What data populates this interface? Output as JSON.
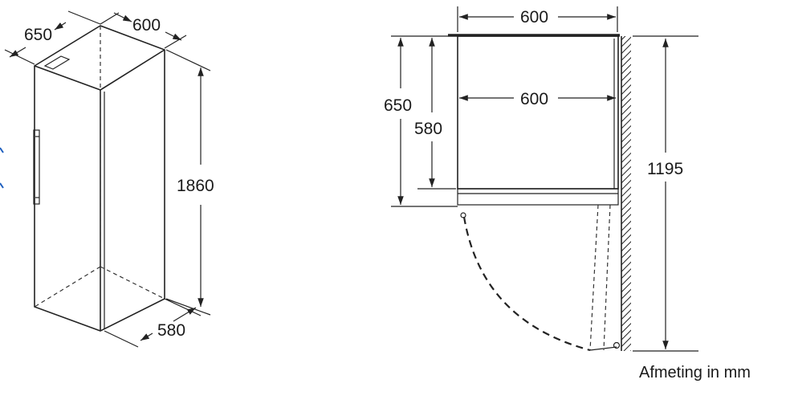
{
  "iso_view": {
    "depth_label": "650",
    "width_label": "600",
    "height_label": "1860",
    "bottom_depth_label": "580"
  },
  "plan_view": {
    "top_width_label": "600",
    "inner_width_label": "600",
    "depth_label": "650",
    "inner_depth_label": "580",
    "clearance_label": "1195"
  },
  "caption": "Afmeting in mm"
}
